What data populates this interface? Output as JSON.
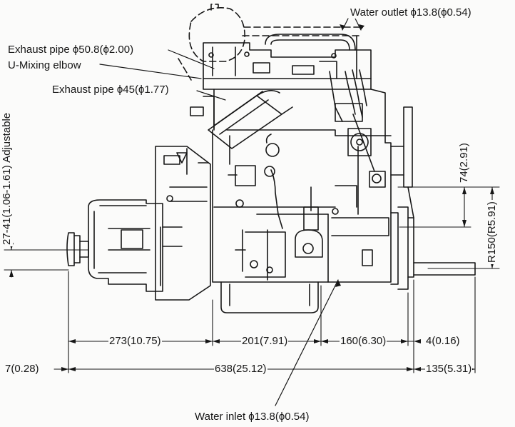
{
  "labels": {
    "water_outlet": "Water outlet ϕ13.8(ϕ0.54)",
    "exhaust_pipe_large": "Exhaust pipe ϕ50.8(ϕ2.00)",
    "u_mixing_elbow": "U-Mixing elbow",
    "exhaust_pipe_small": "Exhaust pipe ϕ45(ϕ1.77)",
    "water_inlet": "Water inlet ϕ13.8(ϕ0.54)"
  },
  "dimensions": {
    "adjustable": "27-41(1.06-1.61) Adjustable",
    "height_74": "74(2.91)",
    "radius_150": "R150(R5.91)",
    "d_273": "273(10.75)",
    "d_201": "201(7.91)",
    "d_160": "160(6.30)",
    "d_4": "4(0.16)",
    "d_7": "7(0.28)",
    "d_638": "638(25.12)",
    "d_135": "135(5.31)"
  },
  "colors": {
    "ink": "#161616",
    "paper": "#fbfbfa"
  }
}
